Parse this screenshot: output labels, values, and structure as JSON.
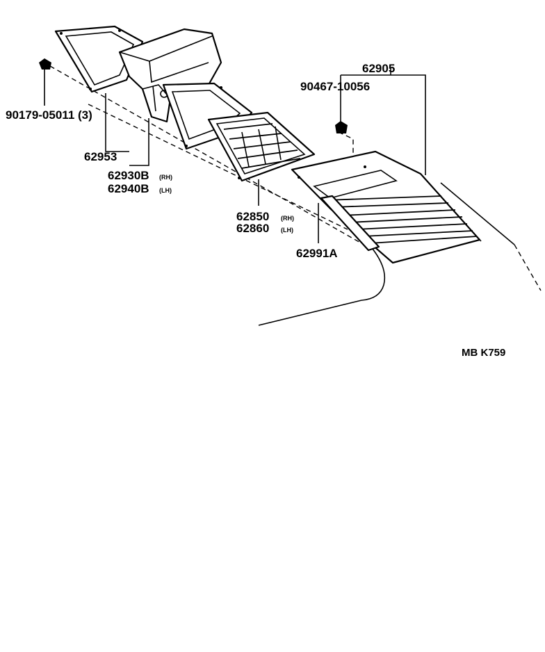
{
  "labels": {
    "clip": "90179-05011 (3)",
    "gasket": "62953",
    "duct_rh": "62930B",
    "duct_rh_suffix": "(RH)",
    "duct_lh": "62940B",
    "duct_lh_suffix": "(LH)",
    "louver_frame_rh": "62850",
    "louver_frame_rh_suffix": "(RH)",
    "louver_frame_lh": "62860",
    "louver_frame_lh_suffix": "(LH)",
    "assembly": "62905",
    "screw": "90467-10056",
    "seal": "62991A",
    "figure_code": "MB  K759"
  }
}
